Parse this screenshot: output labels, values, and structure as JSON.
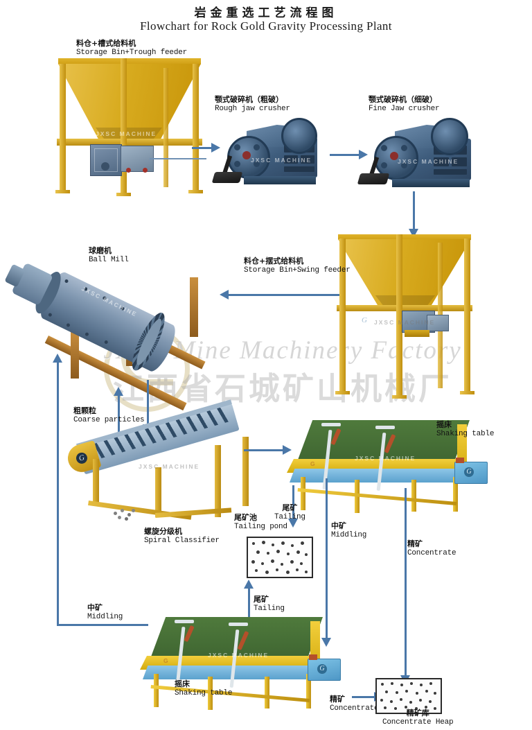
{
  "title": {
    "cn": "岩金重选工艺流程图",
    "en": "Flowchart for Rock Gold Gravity Processing Plant"
  },
  "watermark": {
    "en": "JXSC Mine Machinery Factory",
    "cn": "江西省石城矿山机械厂",
    "stamp": "JXSC  MACHINE",
    "brand_mark": "G"
  },
  "equipment": [
    {
      "id": "storage-bin-trough-feeder",
      "cn": "料仓+槽式给料机",
      "en": "Storage Bin+Trough feeder"
    },
    {
      "id": "rough-jaw-crusher",
      "cn": "颚式破碎机（粗破）",
      "en": "Rough jaw crusher"
    },
    {
      "id": "fine-jaw-crusher",
      "cn": "颚式破碎机（细破）",
      "en": "Fine Jaw crusher"
    },
    {
      "id": "ball-mill",
      "cn": "球磨机",
      "en": "Ball Mill"
    },
    {
      "id": "storage-bin-swing-feeder",
      "cn": "料仓+摆式给料机",
      "en": "Storage Bin+Swing feeder"
    },
    {
      "id": "spiral-classifier",
      "cn": "螺旋分级机",
      "en": "Spiral Classifier"
    },
    {
      "id": "shaking-table-upper",
      "cn": "摇床",
      "en": "Shaking table"
    },
    {
      "id": "shaking-table-lower",
      "cn": "摇床",
      "en": "Shaking table"
    },
    {
      "id": "tailing-pond",
      "cn": "尾矿池",
      "en": "Tailing pond"
    },
    {
      "id": "concentrate-heap",
      "cn": "精矿库",
      "en": "Concentrate Heap"
    }
  ],
  "streams": [
    {
      "id": "coarse-particles",
      "cn": "粗颗粒",
      "en": "Coarse particles"
    },
    {
      "id": "tailing-upper",
      "cn": "尾矿",
      "en": "Tailing"
    },
    {
      "id": "middling-upper",
      "cn": "中矿",
      "en": "Middling"
    },
    {
      "id": "concentrate-upper",
      "cn": "精矿",
      "en": "Concentrate"
    },
    {
      "id": "tailing-lower",
      "cn": "尾矿",
      "en": "Tailing"
    },
    {
      "id": "middling-lower",
      "cn": "中矿",
      "en": "Middling"
    },
    {
      "id": "concentrate-lower",
      "cn": "精矿",
      "en": "Concentrate"
    }
  ],
  "colors": {
    "arrow": "#4a77a8",
    "steel_yellow": "#d7a81c",
    "machine_blue": "#3e5c7c",
    "table_green": "#4f7a3c",
    "table_yellow": "#f2cf3c",
    "table_blue": "#5ba1cd",
    "background": "#ffffff",
    "text": "#141414"
  }
}
